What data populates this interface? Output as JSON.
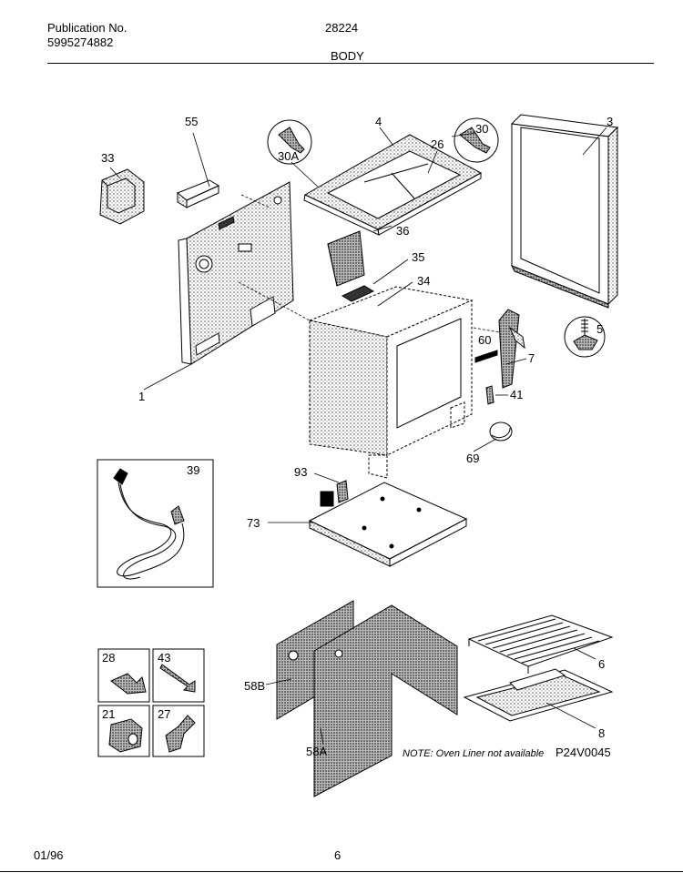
{
  "header": {
    "publication_label": "Publication No.",
    "publication_number": "5995274882",
    "model": "28224",
    "section": "BODY"
  },
  "footer": {
    "date": "01/96",
    "page": "6"
  },
  "callouts": {
    "c55": "55",
    "c4": "4",
    "c3": "3",
    "c33": "33",
    "c30a": "30A",
    "c26": "26",
    "c30": "30",
    "c36": "36",
    "c35": "35",
    "c34": "34",
    "c5": "5",
    "c60": "60",
    "c7": "7",
    "c41": "41",
    "c1": "1",
    "c69": "69",
    "c39": "39",
    "c93": "93",
    "c73": "73",
    "c58b": "58B",
    "c58a": "58A",
    "c6": "6",
    "c8": "8",
    "c28": "28",
    "c43": "43",
    "c21": "21",
    "c27": "27"
  },
  "note": "NOTE: Oven Liner not available",
  "figure_code": "P24V0045"
}
